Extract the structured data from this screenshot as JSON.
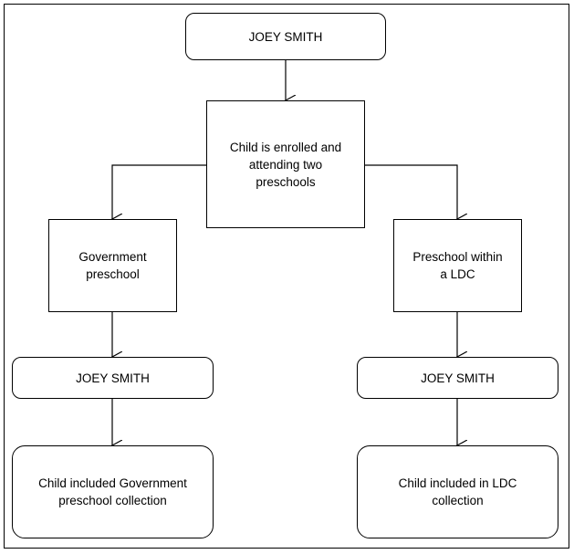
{
  "diagram": {
    "top_name": "JOEY SMITH",
    "enrolled_text": "Child is enrolled and\nattending two\npreschools",
    "left_branch": {
      "service_text": "Government\npreschool",
      "name": "JOEY SMITH",
      "result_text": "Child included Government\npreschool collection"
    },
    "right_branch": {
      "service_text": "Preschool within\na LDC",
      "name": "JOEY SMITH",
      "result_text": "Child included in LDC\ncollection"
    }
  }
}
